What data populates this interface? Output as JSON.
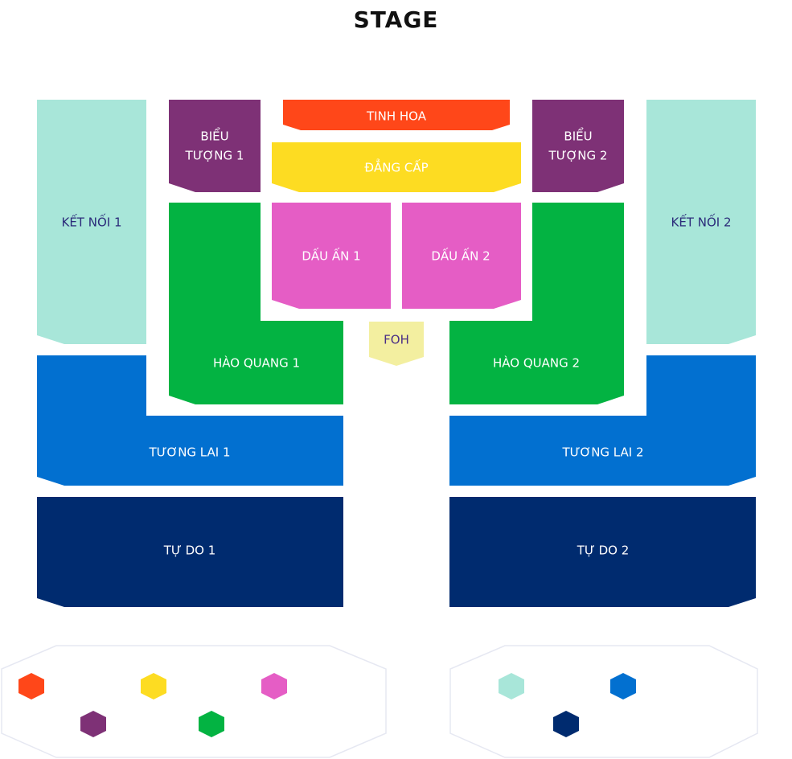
{
  "stage": {
    "label": "STAGE"
  },
  "zones": {
    "tinh_hoa": {
      "label": "TINH HOA",
      "color": "#FF4719",
      "text_color": "#ffffff"
    },
    "dang_cap": {
      "label": "ĐẲNG CẤP",
      "color": "#FDDC22",
      "text_color": "#ffffff"
    },
    "bieu_tuong_1": {
      "label_line1": "BIỂU",
      "label_line2": "TƯỢNG 1",
      "color": "#7E3176",
      "text_color": "#ffffff"
    },
    "bieu_tuong_2": {
      "label_line1": "BIỂU",
      "label_line2": "TƯỢNG 2",
      "color": "#7E3176",
      "text_color": "#ffffff"
    },
    "ket_noi_1": {
      "label": "KẾT NỐI 1",
      "color": "#A8E6D9",
      "text_color": "#2B2B7A"
    },
    "ket_noi_2": {
      "label": "KẾT NỐI 2",
      "color": "#A8E6D9",
      "text_color": "#2B2B7A"
    },
    "dau_an_1": {
      "label": "DẤU ẤN 1",
      "color": "#E55DC5",
      "text_color": "#ffffff"
    },
    "dau_an_2": {
      "label": "DẤU ẤN 2",
      "color": "#E55DC5",
      "text_color": "#ffffff"
    },
    "foh": {
      "label": "FOH",
      "color": "#F3EFA0",
      "text_color": "#4A2E86"
    },
    "hao_quang_1": {
      "label": "HÀO QUANG 1",
      "color": "#03B342",
      "text_color": "#ffffff"
    },
    "hao_quang_2": {
      "label": "HÀO QUANG 2",
      "color": "#03B342",
      "text_color": "#ffffff"
    },
    "tuong_lai_1": {
      "label": "TƯƠNG LAI 1",
      "color": "#0270D0",
      "text_color": "#ffffff"
    },
    "tuong_lai_2": {
      "label": "TƯƠNG LAI 2",
      "color": "#0270D0",
      "text_color": "#ffffff"
    },
    "tu_do_1": {
      "label": "TỰ DO 1",
      "color": "#002B6F",
      "text_color": "#ffffff"
    },
    "tu_do_2": {
      "label": "TỰ DO 2",
      "color": "#002B6F",
      "text_color": "#ffffff"
    }
  },
  "legend": {
    "left_swatches": [
      "#FF4719",
      "#FDDC22",
      "#E55DC5",
      "#7E3176",
      "#03B342"
    ],
    "right_swatches": [
      "#A8E6D9",
      "#0270D0",
      "#002B6F"
    ],
    "border_color": "#E6E8F2"
  }
}
